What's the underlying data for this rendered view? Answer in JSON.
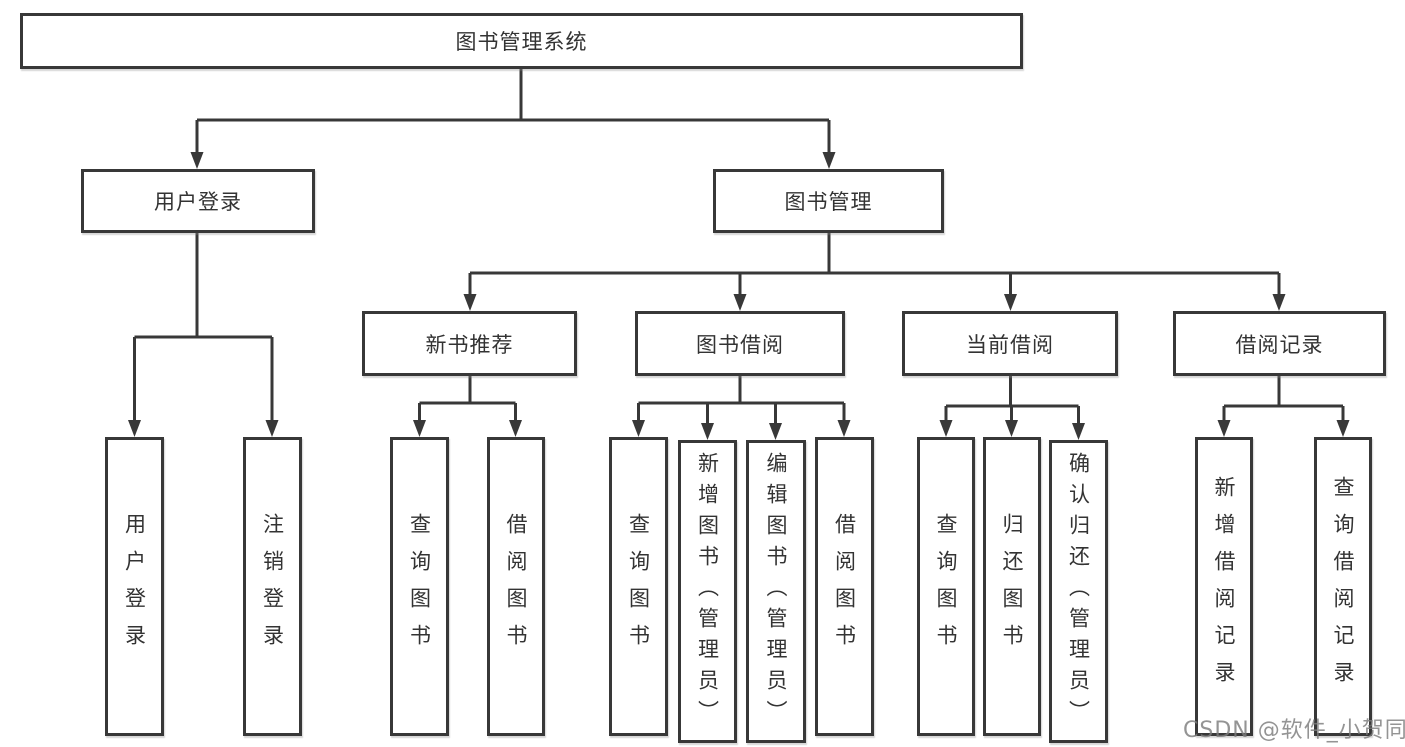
{
  "tree": {
    "label": "图书管理系统",
    "children": [
      {
        "label": "用户登录",
        "children": [
          {
            "label": "用户登录"
          },
          {
            "label": "注销登录"
          }
        ]
      },
      {
        "label": "图书管理",
        "children": [
          {
            "label": "新书推荐",
            "children": [
              {
                "label": "查询图书"
              },
              {
                "label": "借阅图书"
              }
            ]
          },
          {
            "label": "图书借阅",
            "children": [
              {
                "label": "查询图书"
              },
              {
                "label": "新增图书（管理员）"
              },
              {
                "label": "编辑图书（管理员）"
              },
              {
                "label": "借阅图书"
              }
            ]
          },
          {
            "label": "当前借阅",
            "children": [
              {
                "label": "查询图书"
              },
              {
                "label": "归还图书"
              },
              {
                "label": "确认归还（管理员）"
              }
            ]
          },
          {
            "label": "借阅记录",
            "children": [
              {
                "label": "新增借阅记录"
              },
              {
                "label": "查询借阅记录"
              }
            ]
          }
        ]
      }
    ]
  },
  "watermark": {
    "text": "CSDN @软件_小贺同学"
  },
  "colors": {
    "line": "#383838",
    "box_border": "#383838",
    "box_background": "#ffffff",
    "text": "#333333",
    "watermark": "#7d7d7d",
    "page_background": "#ffffff"
  }
}
